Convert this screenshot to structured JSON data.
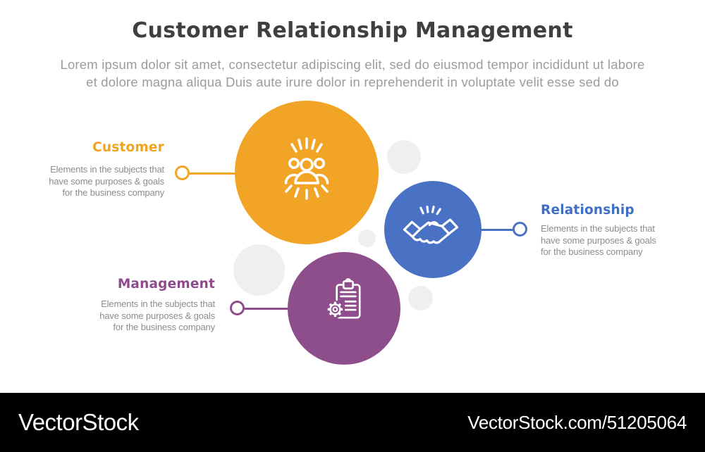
{
  "title": "Customer Relationship Management",
  "subtitle_lines": [
    "Lorem ipsum dolor sit amet, consectetur adipiscing elit, sed do eiusmod tempor incididunt ut labore",
    "et dolore magna aliqua Duis aute irure dolor in reprehenderit in voluptate velit esse sed do"
  ],
  "items": [
    {
      "label": "Customer",
      "color": "#f2a426",
      "icon": "people-rays-icon",
      "desc_lines": [
        "Elements in the subjects that",
        "have  some purposes & goals",
        "for the  business company"
      ]
    },
    {
      "label": "Relationship",
      "color": "#4a72c4",
      "icon": "handshake-icon",
      "desc_lines": [
        "Elements in the subjects that",
        "have  some purposes & goals",
        "for the  business company"
      ]
    },
    {
      "label": "Management",
      "color": "#8e4d8b",
      "icon": "clipboard-gear-icon",
      "desc_lines": [
        "Elements in the subjects that",
        "have  some purposes & goals",
        "for the  business company"
      ]
    }
  ],
  "colors": {
    "title_text": "#3f3f3f",
    "subtitle_text": "#9c9c9c",
    "description_text": "#8c8c8c",
    "deco_circle": "#efefef",
    "watermark_bar": "#000000",
    "watermark_text": "#ffffff"
  },
  "watermark": {
    "logo_text": "VectorStock",
    "url_text": "VectorStock.com/51205064"
  }
}
